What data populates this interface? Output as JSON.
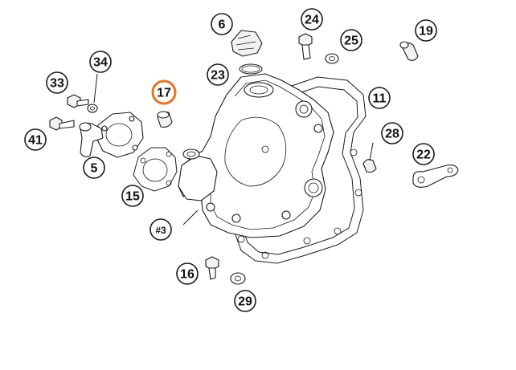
{
  "callouts": [
    {
      "id": "6",
      "label": "6"
    },
    {
      "id": "24",
      "label": "24"
    },
    {
      "id": "25",
      "label": "25"
    },
    {
      "id": "19",
      "label": "19"
    },
    {
      "id": "23",
      "label": "23"
    },
    {
      "id": "34",
      "label": "34"
    },
    {
      "id": "33",
      "label": "33"
    },
    {
      "id": "17",
      "label": "17",
      "highlighted": true
    },
    {
      "id": "11",
      "label": "11"
    },
    {
      "id": "41",
      "label": "41"
    },
    {
      "id": "28",
      "label": "28"
    },
    {
      "id": "22",
      "label": "22"
    },
    {
      "id": "5",
      "label": "5"
    },
    {
      "id": "15",
      "label": "15"
    },
    {
      "id": "3",
      "label": "#3"
    },
    {
      "id": "16",
      "label": "16"
    },
    {
      "id": "29",
      "label": "29"
    }
  ],
  "colors": {
    "highlight": "#e9731c",
    "line": "#1a1a1a",
    "background": "#ffffff"
  }
}
